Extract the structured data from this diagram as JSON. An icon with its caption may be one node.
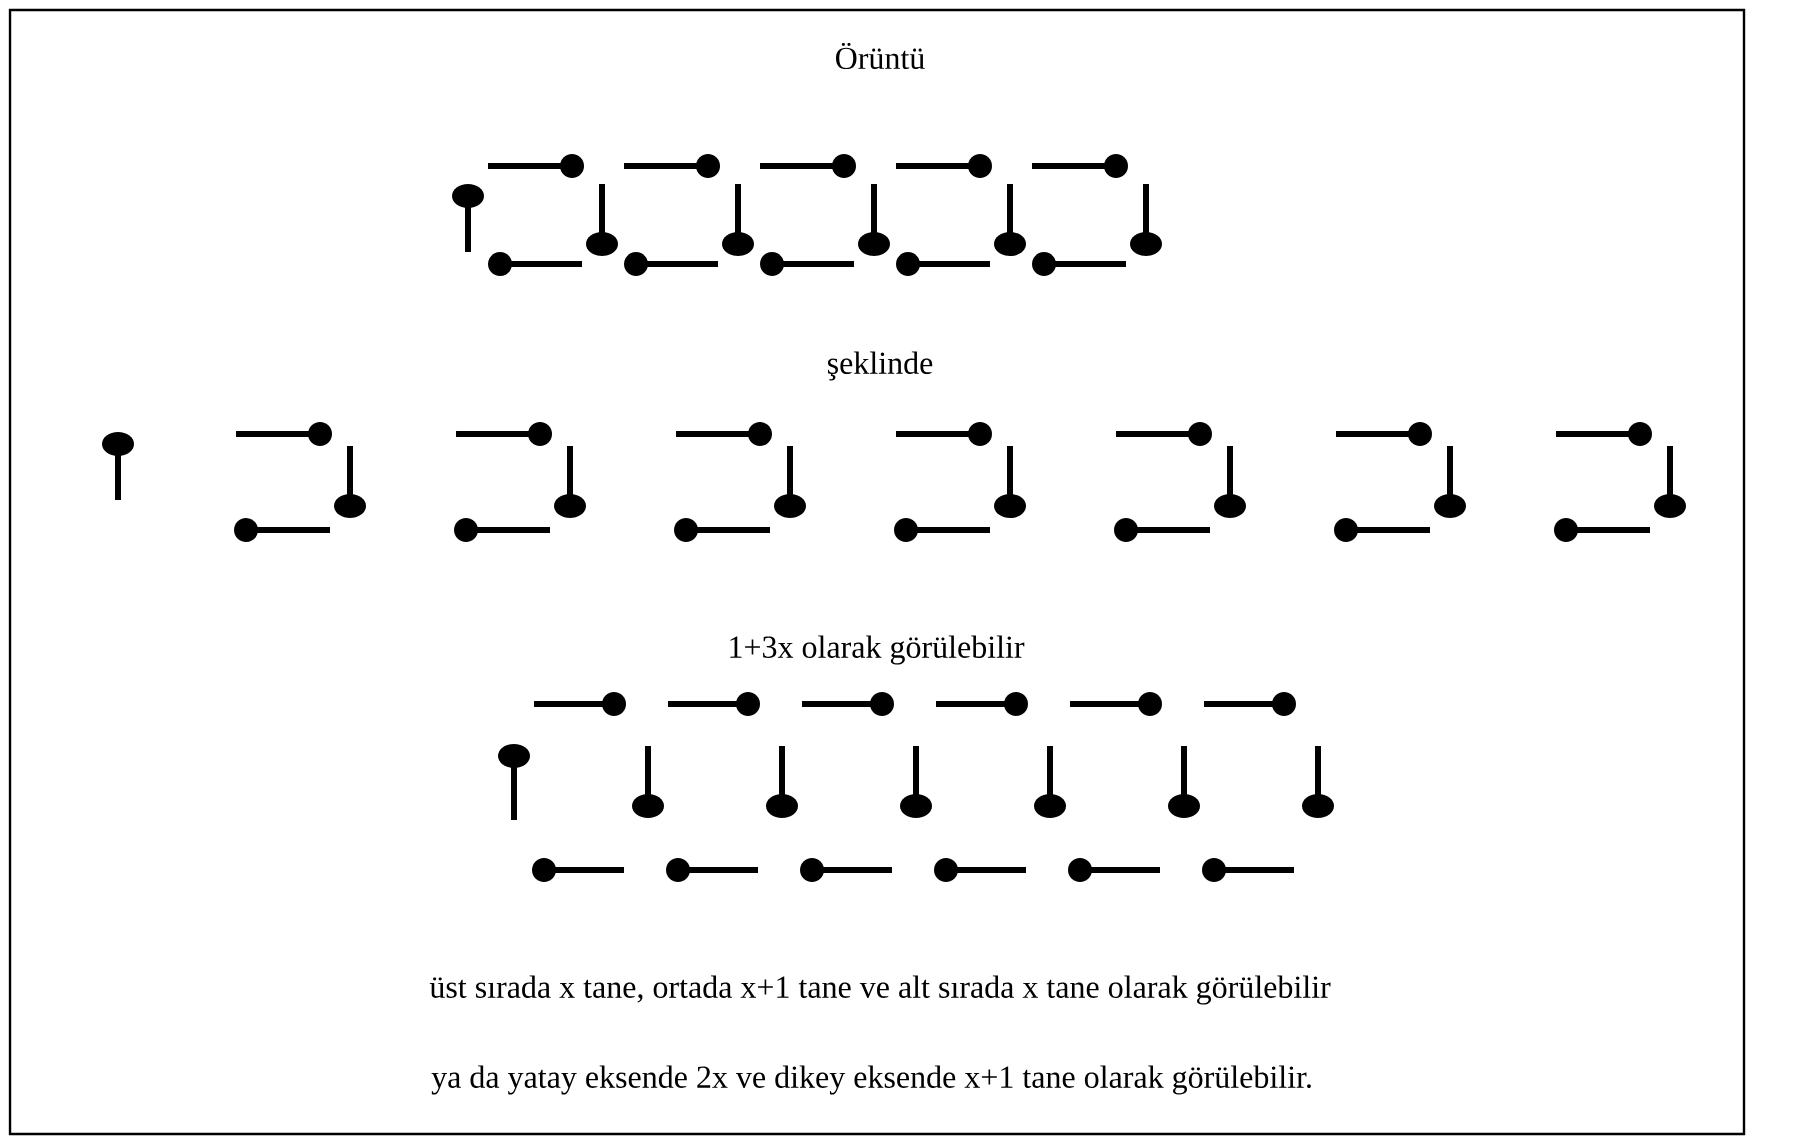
{
  "diagram": {
    "labels": [
      "Örüntü",
      "şeklinde",
      "1+3x olarak görülebilir",
      "üst sırada x tane, ortada x+1 tane ve alt sırada x tane olarak görülebilir",
      "ya da yatay eksende 2x ve dikey eksende x+1 tane olarak görülebilir."
    ]
  }
}
